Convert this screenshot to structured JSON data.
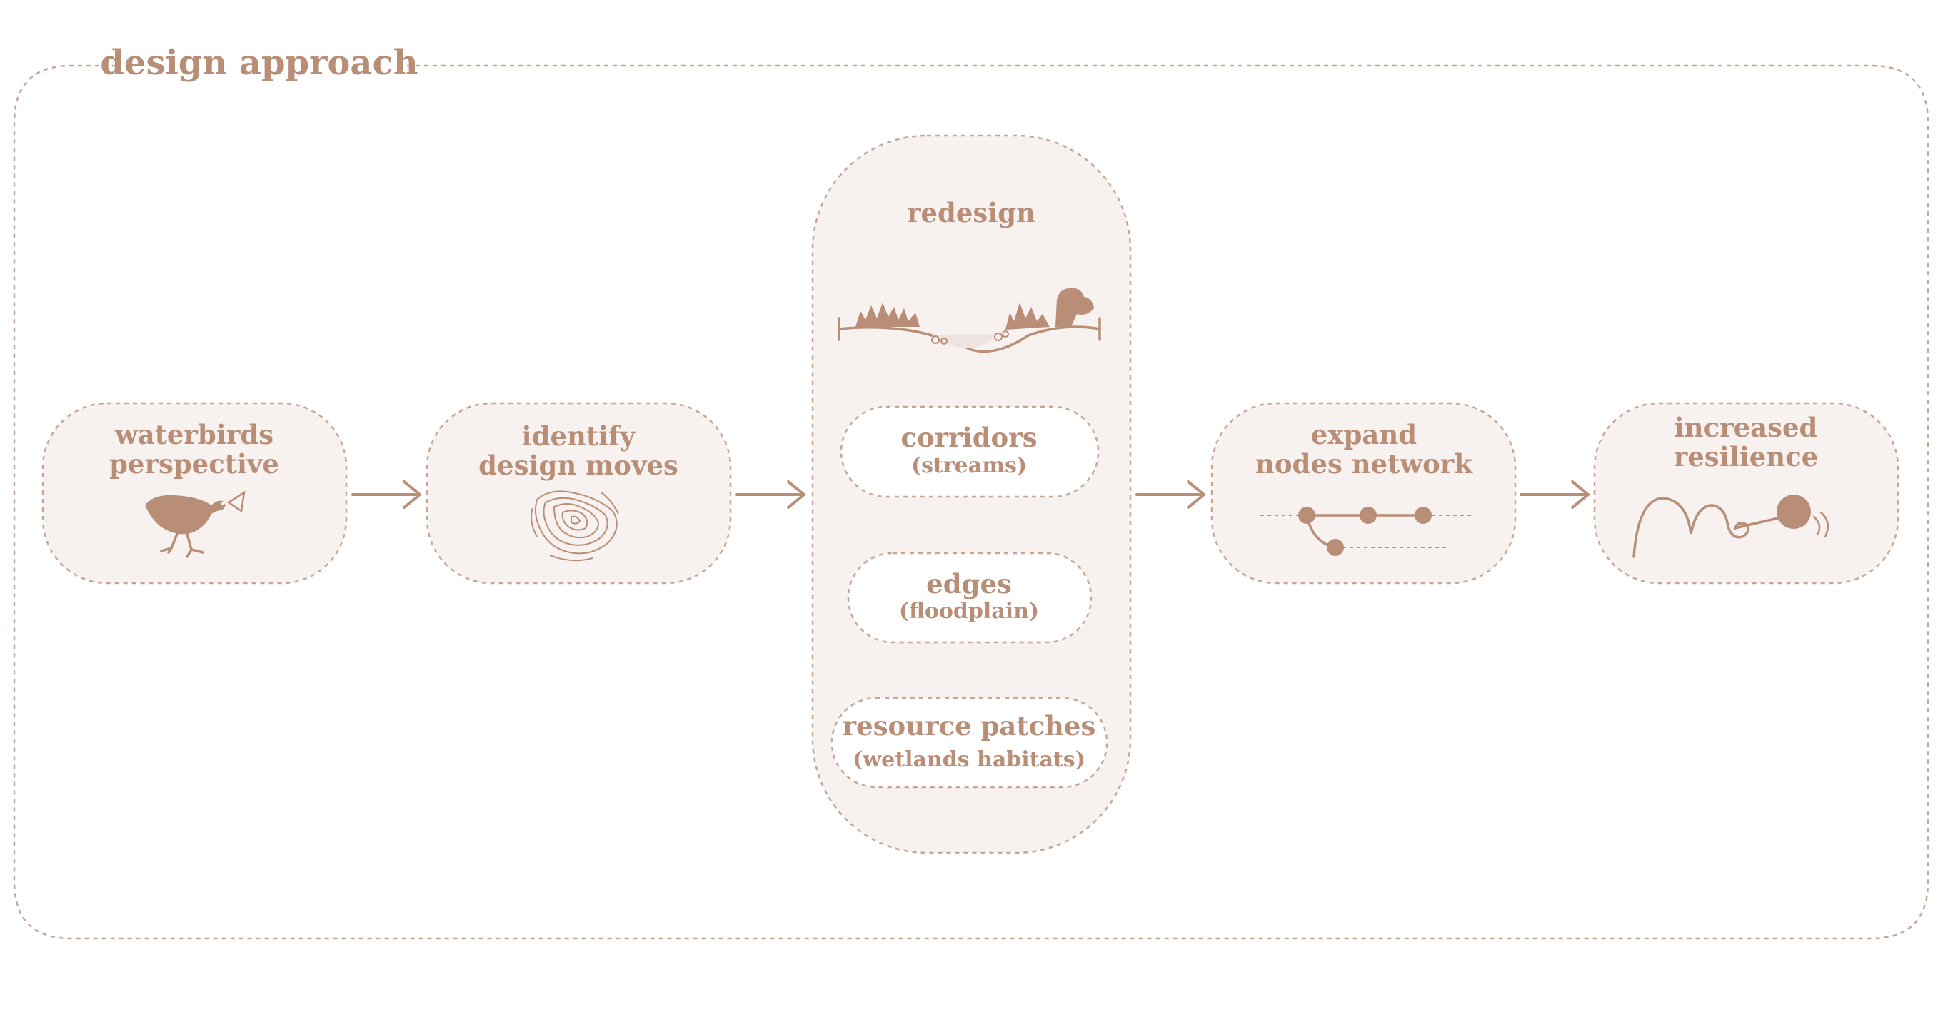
{
  "title": "design approach",
  "steps": [
    {
      "line1": "waterbirds",
      "line2": "perspective",
      "icon": "waterbird-icon"
    },
    {
      "line1": "identify",
      "line2": "design moves",
      "icon": "contour-map-icon"
    },
    {
      "heading": "redesign",
      "icon": "cross-section-icon",
      "items": [
        {
          "label": "corridors",
          "sub": "(streams)"
        },
        {
          "label": "edges",
          "sub": "(floodplain)"
        },
        {
          "label": "resource patches",
          "sub": "(wetlands habitats)"
        }
      ]
    },
    {
      "line1": "expand",
      "line2": "nodes network",
      "icon": "node-network-icon"
    },
    {
      "line1": "increased",
      "line2": "resilience",
      "icon": "bouncing-ball-icon"
    }
  ],
  "colors": {
    "accent": "#b98e77",
    "box_fill": "#f7f1ef",
    "dashed_border": "#c6a796"
  }
}
